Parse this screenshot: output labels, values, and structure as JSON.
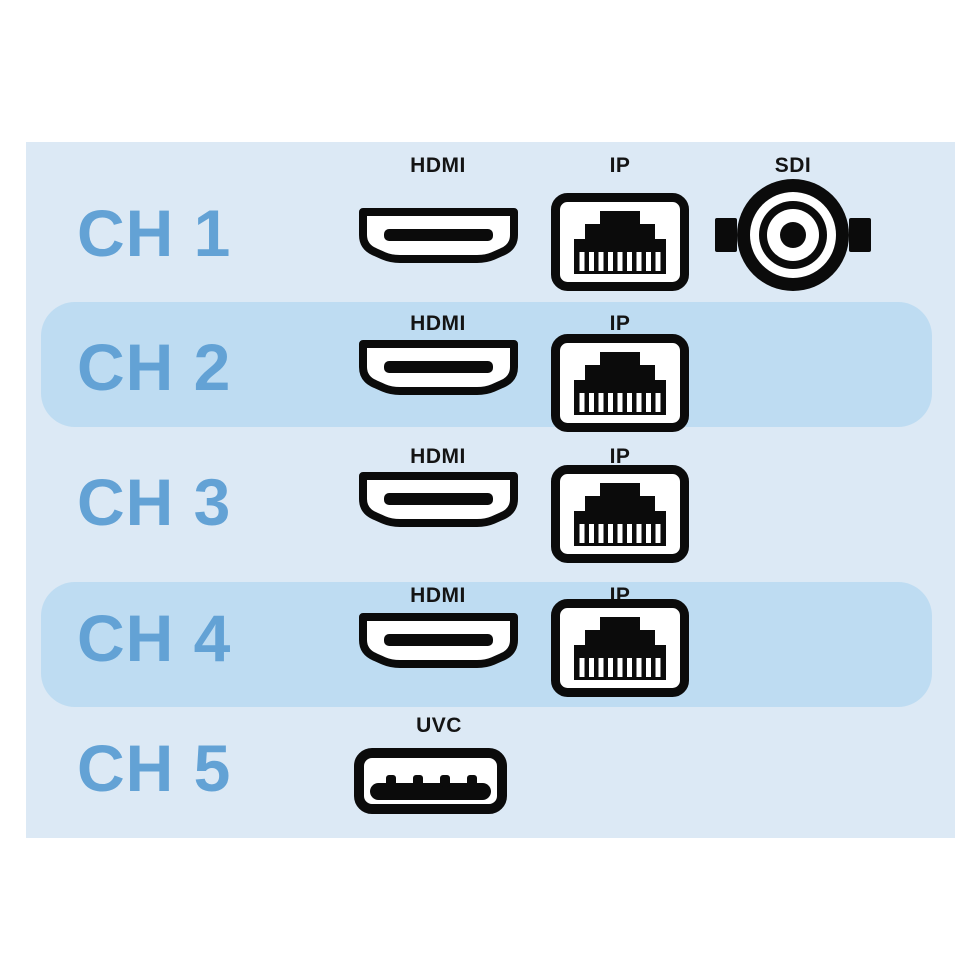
{
  "diagram": {
    "description": "Channel inputs and port types matrix",
    "colors": {
      "panel_background": "#dce9f5",
      "row_highlight": "#bedcf2",
      "channel_text": "#63a2d5",
      "icon_color": "#0b0b0b"
    },
    "rows": [
      {
        "channel": "CH 1",
        "highlighted": false,
        "ports": [
          {
            "label": "HDMI"
          },
          {
            "label": "IP"
          },
          {
            "label": "SDI"
          }
        ]
      },
      {
        "channel": "CH 2",
        "highlighted": true,
        "ports": [
          {
            "label": "HDMI"
          },
          {
            "label": "IP"
          }
        ]
      },
      {
        "channel": "CH 3",
        "highlighted": false,
        "ports": [
          {
            "label": "HDMI"
          },
          {
            "label": "IP"
          }
        ]
      },
      {
        "channel": "CH 4",
        "highlighted": true,
        "ports": [
          {
            "label": "HDMI"
          },
          {
            "label": "IP"
          }
        ]
      },
      {
        "channel": "CH 5",
        "highlighted": false,
        "ports": [
          {
            "label": "UVC"
          }
        ]
      }
    ]
  }
}
